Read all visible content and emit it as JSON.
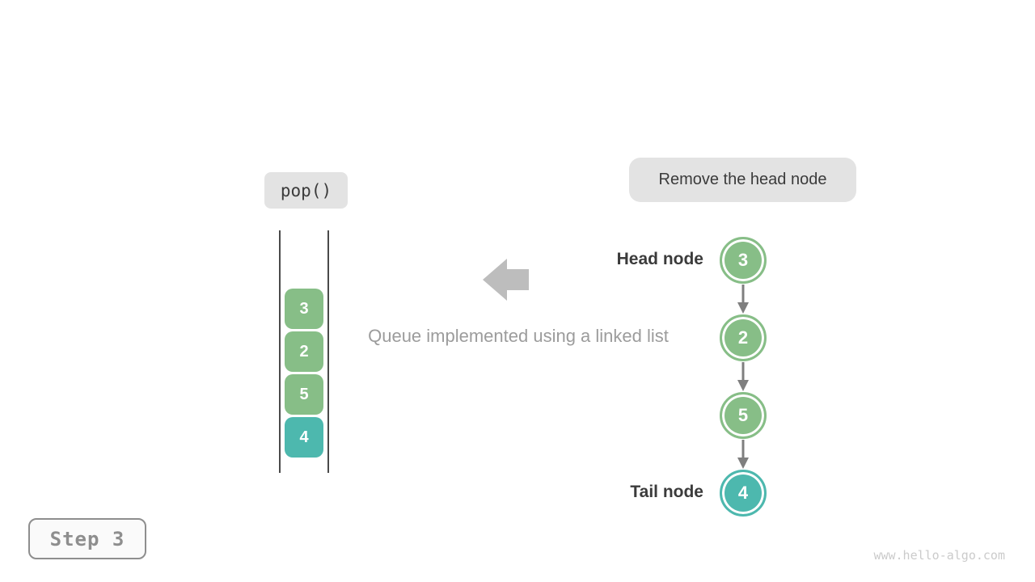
{
  "operation": {
    "label": "pop()"
  },
  "annotation": {
    "label": "Remove the head node"
  },
  "caption": "Queue implemented using a linked list",
  "queue": {
    "items": [
      {
        "value": "3",
        "type": "green"
      },
      {
        "value": "2",
        "type": "green"
      },
      {
        "value": "5",
        "type": "green"
      },
      {
        "value": "4",
        "type": "teal"
      }
    ]
  },
  "linked_list": {
    "head_label": "Head node",
    "tail_label": "Tail node",
    "nodes": [
      {
        "value": "3",
        "type": "green"
      },
      {
        "value": "2",
        "type": "green"
      },
      {
        "value": "5",
        "type": "green"
      },
      {
        "value": "4",
        "type": "teal"
      }
    ]
  },
  "step": {
    "label": "Step 3"
  },
  "watermark": "www.hello-algo.com",
  "colors": {
    "green": "#87BE87",
    "teal": "#4DB8AE",
    "bubble-bg": "#E3E3E3",
    "dark-text": "#3B3B3B",
    "caption-gray": "#9C9C9C",
    "big-arrow": "#BDBDBD",
    "link-arrow": "#7F7F7F",
    "step-gray": "#8E8E8E",
    "watermark-gray": "#CBCBCB",
    "rail-line": "#4A4A4A"
  }
}
